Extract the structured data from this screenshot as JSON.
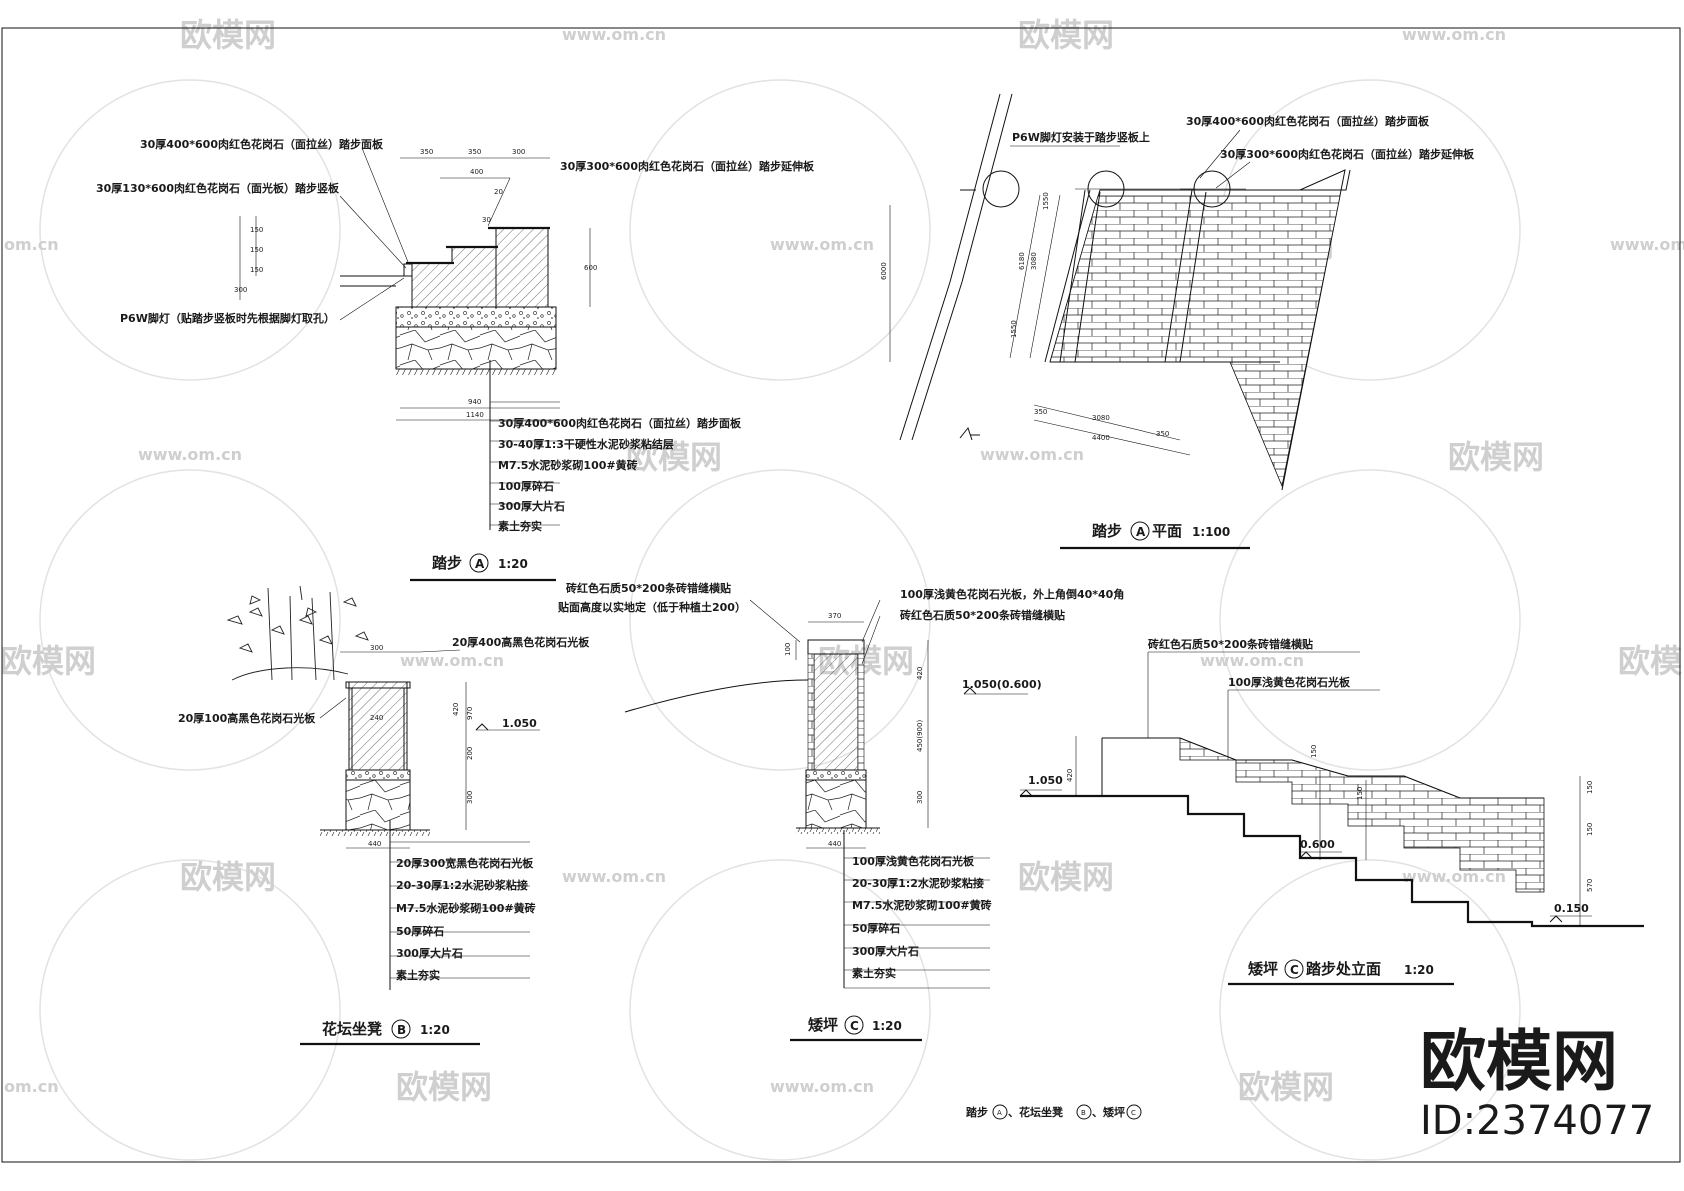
{
  "watermark": {
    "brand": "欧模网",
    "site": "www.om.cn",
    "site_short": "om.cn",
    "color": "#cfcfcf"
  },
  "logo": {
    "text": "欧模网",
    "id": "ID:2374077"
  },
  "sheet_title": {
    "text": "踏步",
    "a": "A",
    "sep1": "、花坛坐凳",
    "b": "B",
    "sep2": "、矮坪",
    "c": "C"
  },
  "detail_a": {
    "title": "踏步",
    "mark": "A",
    "scale": "1:20",
    "labels": [
      "30厚400*600肉红色花岗石（面拉丝）踏步面板",
      "30厚130*600肉红色花岗石（面光板）踏步竖板",
      "30厚300*600肉红色花岗石（面拉丝）踏步延伸板",
      "P6W脚灯（贴踏步竖板时先根据脚灯取孔）"
    ],
    "layers": [
      "30厚400*600肉红色花岗石（面拉丝）踏步面板",
      "30-40厚1:3干硬性水泥砂浆粘结层",
      "M7.5水泥砂浆砌100#黄砖",
      "100厚碎石",
      "300厚大片石",
      "素土夯实"
    ],
    "dims": [
      "350",
      "350",
      "300",
      "400",
      "20",
      "30",
      "150",
      "150",
      "150",
      "300",
      "600",
      "940",
      "1140"
    ]
  },
  "plan_a": {
    "title": "踏步",
    "mark": "A",
    "suffix": "平面",
    "scale": "1:100",
    "labels": [
      "P6W脚灯安装于踏步竖板上",
      "30厚400*600肉红色花岗石（面拉丝）踏步面板",
      "30厚300*600肉红色花岗石（面拉丝）踏步延伸板"
    ],
    "dims": [
      "6000",
      "1550",
      "6180",
      "3080",
      "1550",
      "350",
      "3080",
      "350",
      "4400"
    ]
  },
  "detail_b": {
    "title": "花坛坐凳",
    "mark": "B",
    "scale": "1:20",
    "labels": [
      "20厚400高黑色花岗石光板",
      "20厚100高黑色花岗石光板"
    ],
    "level": "1.050",
    "layers": [
      "20厚300宽黑色花岗石光板",
      "20-30厚1:2水泥砂浆粘接",
      "M7.5水泥砂浆砌100#黄砖",
      "50厚碎石",
      "300厚大片石",
      "素土夯实"
    ],
    "dims": [
      "300",
      "240",
      "420",
      "970",
      "200",
      "300",
      "440"
    ]
  },
  "detail_c": {
    "title": "矮坪",
    "mark": "C",
    "scale": "1:20",
    "labels": [
      "砖红色石质50*200条砖错缝横贴",
      "贴面高度以实地定（低于种植土200）",
      "100厚浅黄色花岗石光板，外上角倒40*40角",
      "砖红色石质50*200条砖错缝横贴"
    ],
    "level": "1.050(0.600)",
    "layers": [
      "100厚浅黄色花岗石光板",
      "20-30厚1:2水泥砂浆粘接",
      "M7.5水泥砂浆砌100#黄砖",
      "50厚碎石",
      "300厚大片石",
      "素土夯实"
    ],
    "dims": [
      "370",
      "100",
      "420",
      "450(900)",
      "300",
      "440"
    ]
  },
  "elev_c": {
    "title": "矮坪",
    "mark": "C",
    "suffix": "踏步处立面",
    "scale": "1:20",
    "labels": [
      "砖红色石质50*200条砖错缝横贴",
      "100厚浅黄色花岗石光板"
    ],
    "levels": [
      "1.050",
      "0.600",
      "0.150"
    ],
    "dims": [
      "420",
      "150",
      "150",
      "150",
      "150",
      "570"
    ]
  }
}
